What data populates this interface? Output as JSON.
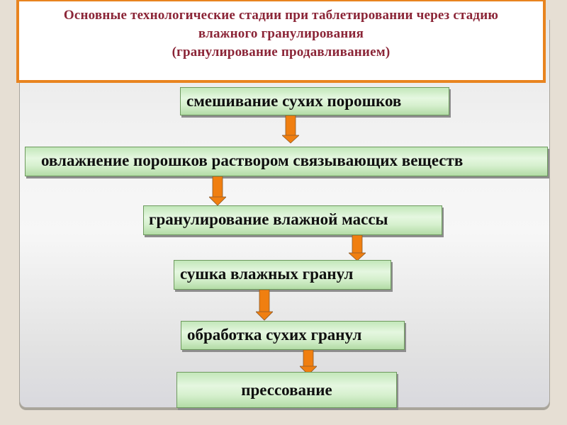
{
  "title": {
    "lines": [
      "Основные технологические стадии при таблетировании через стадию",
      "влажного гранулирования",
      "(гранулирование продавливанием)"
    ],
    "color": "#8b2537",
    "border_color": "#e8841f"
  },
  "flow": {
    "steps": [
      {
        "label": "смешивание  сухих порошков"
      },
      {
        "label": "овлажнение порошков раствором связывающих веществ"
      },
      {
        "label": "гранулирование влажной массы"
      },
      {
        "label": "сушка влажных гранул"
      },
      {
        "label": "обработка сухих гранул"
      },
      {
        "label": "прессование"
      }
    ],
    "arrows": [
      {
        "icon": "arrow-down-icon",
        "from": 1,
        "to": 2
      },
      {
        "icon": "arrow-down-icon",
        "from": 2,
        "to": 3
      },
      {
        "icon": "arrow-down-icon",
        "from": 3,
        "to": 4
      },
      {
        "icon": "arrow-down-icon",
        "from": 4,
        "to": 5
      },
      {
        "icon": "arrow-down-icon",
        "from": 5,
        "to": 6
      }
    ],
    "step_fill": "#d6f0ce",
    "arrow_color": "#f07f10"
  }
}
